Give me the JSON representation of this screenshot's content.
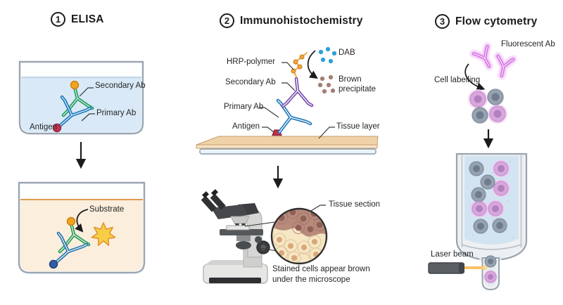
{
  "header": {
    "col1": {
      "num": "1",
      "title": "ELISA"
    },
    "col2": {
      "num": "2",
      "title": "Immunohistochemistry"
    },
    "col3": {
      "num": "3",
      "title": "Flow cytometry"
    }
  },
  "elisa": {
    "secondary_ab": "Secondary Ab",
    "primary_ab": "Primary Ab",
    "antigen": "Antigen",
    "substrate": "Substrate"
  },
  "ihc": {
    "hrp_polymer": "HRP-polymer",
    "dab": "DAB",
    "brown_precipitate": "Brown precipitate",
    "secondary_ab": "Secondary Ab",
    "primary_ab": "Primary Ab",
    "antigen": "Antigen",
    "tissue_layer": "Tissue layer",
    "tissue_section": "Tissue section",
    "caption_line1": "Stained cells appear brown",
    "caption_line2": "under the microscope"
  },
  "flow": {
    "fluorescent_ab": "Fluorescent Ab",
    "cell_labelling": "Cell labelling",
    "laser_beam": "Laser beam"
  },
  "palette": {
    "antibody_green": "#1f9d57",
    "antibody_blue": "#2079ba",
    "antibody_purple": "#7a52ad",
    "fluorescent_pink": "#d272e2",
    "substrate_yellow": "#f7ce46",
    "dab_blue": "#2b9fdb",
    "precipitate_brown": "#a37e70",
    "well_liquid_blue": "#d9e9f8",
    "well_liquid_cream": "#fbeedd",
    "detection_orange": "#f2a31f",
    "antigen_red": "#c23350"
  }
}
